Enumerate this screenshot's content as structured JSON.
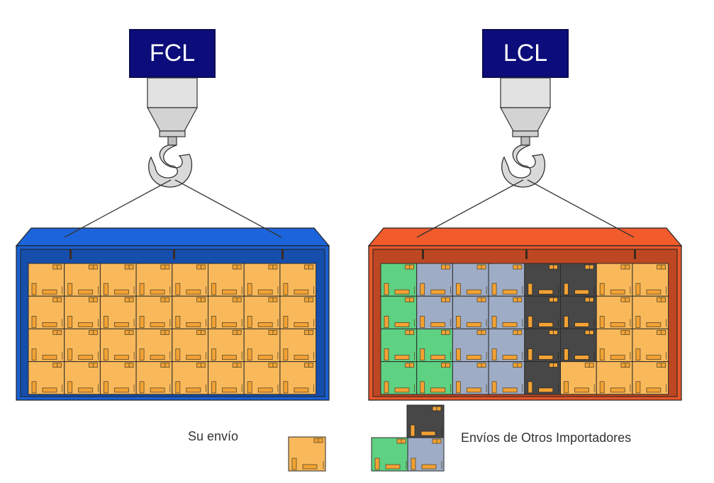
{
  "fcl": {
    "label": "FCL",
    "container_color": "#1a5fd1",
    "grid": [
      [
        "o",
        "o",
        "o",
        "o",
        "o",
        "o",
        "o",
        "o"
      ],
      [
        "o",
        "o",
        "o",
        "o",
        "o",
        "o",
        "o",
        "o"
      ],
      [
        "o",
        "o",
        "o",
        "o",
        "o",
        "o",
        "o",
        "o"
      ],
      [
        "o",
        "o",
        "o",
        "o",
        "o",
        "o",
        "o",
        "o"
      ]
    ]
  },
  "lcl": {
    "label": "LCL",
    "container_color": "#e6572a",
    "grid": [
      [
        "g",
        "b",
        "b",
        "b",
        "d",
        "d",
        "o",
        "o"
      ],
      [
        "g",
        "b",
        "b",
        "b",
        "d",
        "d",
        "o",
        "o"
      ],
      [
        "g",
        "g",
        "b",
        "b",
        "d",
        "d",
        "o",
        "o"
      ],
      [
        "g",
        "g",
        "b",
        "b",
        "d",
        "o",
        "o",
        "o"
      ]
    ]
  },
  "colors": {
    "o": "#f9b95b",
    "g": "#5ed183",
    "b": "#9eacc6",
    "d": "#474747",
    "label_box": "#0c0c7a"
  },
  "legend": {
    "own_label": "Su envío",
    "others_label": "Envíos de Otros Importadores"
  }
}
